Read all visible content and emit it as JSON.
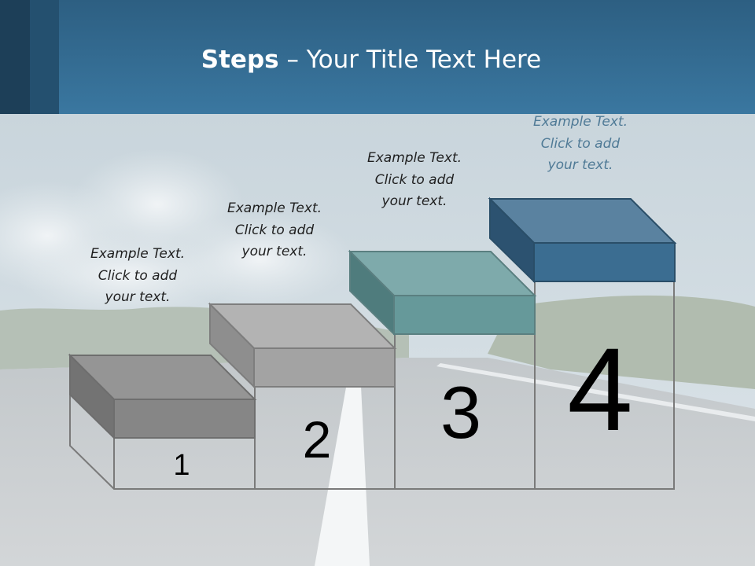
{
  "title": {
    "bold": "Steps",
    "rest": " – Your Title Text Here"
  },
  "steps": [
    {
      "number": "1",
      "caption": "Example Text.\nClick  to add\nyour text.",
      "color": "#8c8c8c"
    },
    {
      "number": "2",
      "caption": "Example Text.\nClick  to add\nyour text.",
      "color": "#a6a6a6"
    },
    {
      "number": "3",
      "caption": "Example Text.\nClick  to add\nyour text.",
      "color": "#6a9fa0"
    },
    {
      "number": "4",
      "caption": "Example Text.\nClick  to add\nyour text.",
      "color": "#3e6e90"
    }
  ],
  "colors": {
    "header": "#3a77a0",
    "header_dark": "#1d3f58",
    "caption_highlight": "#4f7a96"
  }
}
